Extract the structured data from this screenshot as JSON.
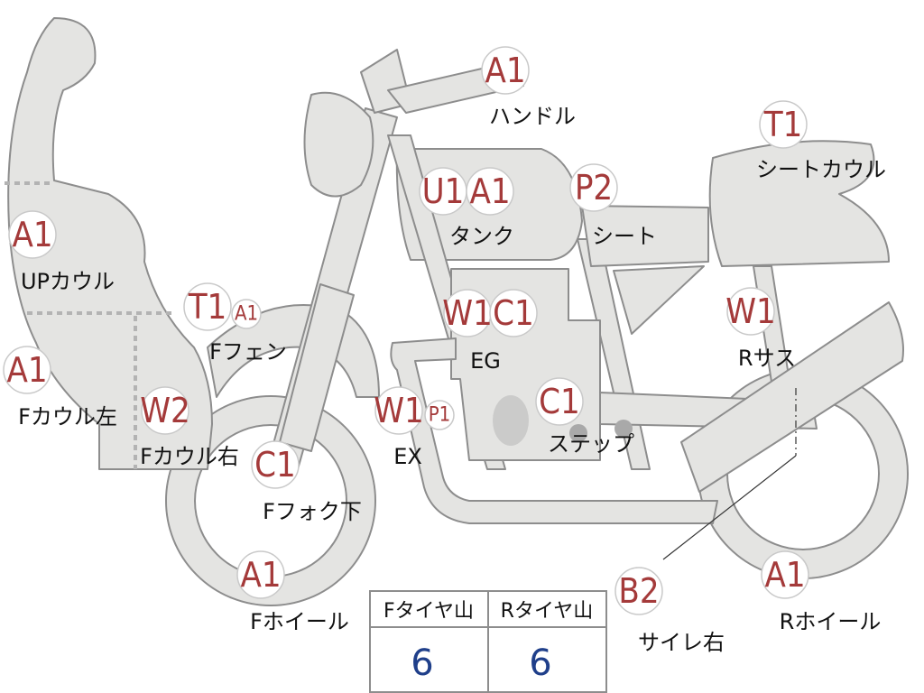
{
  "badges": [
    {
      "name": "handle-code",
      "code": "A1"
    },
    {
      "name": "seat-cowl-code",
      "code": "T1"
    },
    {
      "name": "tank-code-1",
      "code": "U1"
    },
    {
      "name": "tank-code-2",
      "code": "A1"
    },
    {
      "name": "seat-code",
      "code": "P2"
    },
    {
      "name": "up-cowl-code",
      "code": "A1"
    },
    {
      "name": "f-fender-code-1",
      "code": "T1"
    },
    {
      "name": "f-fender-code-2",
      "code": "A1"
    },
    {
      "name": "eg-code-1",
      "code": "W1"
    },
    {
      "name": "eg-code-2",
      "code": "C1"
    },
    {
      "name": "r-sus-code",
      "code": "W1"
    },
    {
      "name": "f-cowl-left-code",
      "code": "A1"
    },
    {
      "name": "f-cowl-right-code",
      "code": "W2"
    },
    {
      "name": "ex-code-1",
      "code": "W1"
    },
    {
      "name": "ex-code-2",
      "code": "P1"
    },
    {
      "name": "step-code",
      "code": "C1"
    },
    {
      "name": "f-fork-lower-code",
      "code": "C1"
    },
    {
      "name": "f-wheel-code",
      "code": "A1"
    },
    {
      "name": "silencer-right-code",
      "code": "B2"
    },
    {
      "name": "r-wheel-code",
      "code": "A1"
    }
  ],
  "labels": {
    "handle": "ハンドル",
    "seat_cowl": "シートカウル",
    "tank": "タンク",
    "seat": "シート",
    "up_cowl": "UPカウル",
    "f_fender": "Fフェン",
    "eg": "EG",
    "r_sus": "Rサス",
    "f_cowl_left": "Fカウル左",
    "f_cowl_right": "Fカウル右",
    "ex": "EX",
    "step": "ステップ",
    "f_fork_lower": "Fフォク下",
    "f_wheel": "Fホイール",
    "silencer_right": "サイレ右",
    "r_wheel": "Rホイール"
  },
  "tire_table": {
    "headers": [
      "Fタイヤ山",
      "Rタイヤ山"
    ],
    "values": [
      "6",
      "6"
    ]
  }
}
